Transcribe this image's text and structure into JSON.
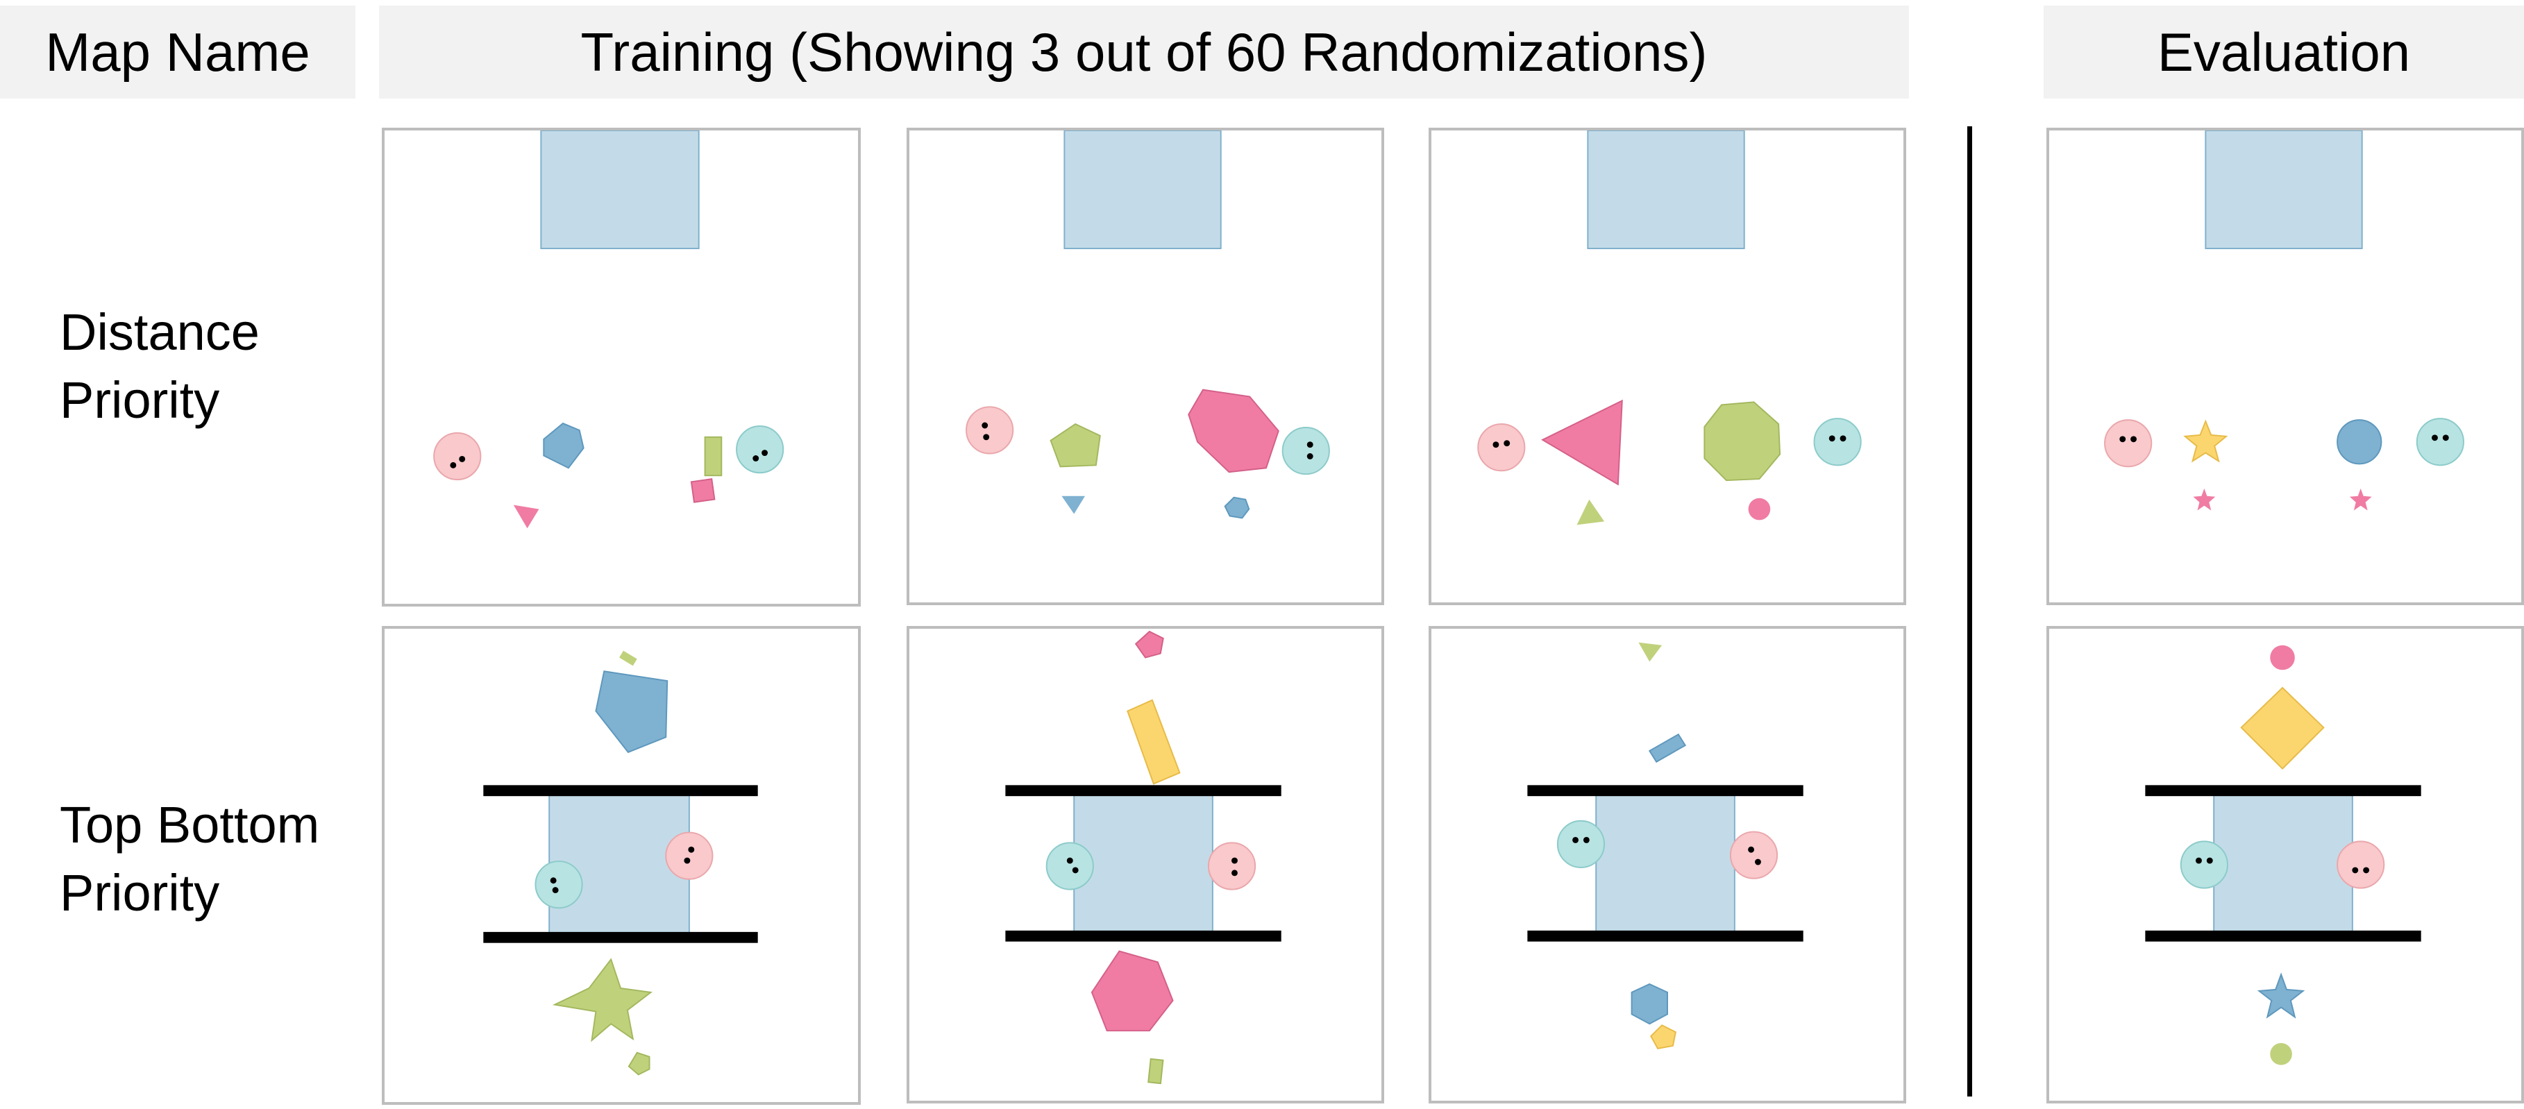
{
  "headers": {
    "map_name": "Map Name",
    "training": "Training (Showing 3 out of 60 Randomizations)",
    "evaluation": "Evaluation"
  },
  "rows": [
    {
      "line1": "Distance",
      "line2": "Priority"
    },
    {
      "line1": "Top Bottom",
      "line2": "Priority"
    }
  ],
  "colors": {
    "zone": "#c3dbe8",
    "zone_stroke": "#7fb0cc",
    "pink_agent": "#f9c9cc",
    "cyan_agent": "#b7e3e2",
    "blue_shape": "#7fb1d1",
    "pink_shape": "#f07ca3",
    "green_shape": "#c0d17c",
    "yellow_shape": "#fbd66f",
    "wall": "#000000"
  }
}
